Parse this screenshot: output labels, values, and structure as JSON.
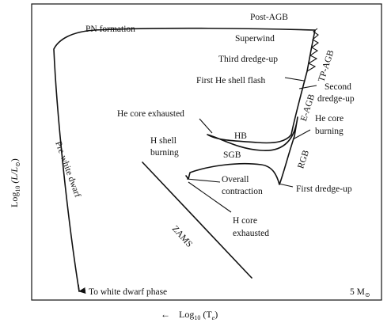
{
  "labels": {
    "pn_formation": "PN formation",
    "post_agb": "Post-AGB",
    "superwind": "Superwind",
    "third_dredge_up": "Third dredge-up",
    "tp_agb": "TP-AGB",
    "first_he_shell_flash": "First He shell flash",
    "second_dredge_up_line1": "Second",
    "second_dredge_up_line2": "dredge-up",
    "e_agb": "E-AGB",
    "he_core_exhausted": "He core exhausted",
    "hb": "HB",
    "he_core_burning_line1": "He core",
    "he_core_burning_line2": "burning",
    "pre_white_dwarf": "Pre-white dwarf",
    "h_shell_burning_line1": "H shell",
    "h_shell_burning_line2": "burning",
    "sgb": "SGB",
    "rgb": "RGB",
    "overall_contraction_line1": "Overall",
    "overall_contraction_line2": "contraction",
    "first_dredge_up": "First dredge-up",
    "h_core_exhausted_line1": "H core",
    "h_core_exhausted_line2": "exhausted",
    "zams": "ZAMS",
    "to_white_dwarf_phase": "To white dwarf phase",
    "mass": "5 M",
    "mass_sub": "⊙"
  },
  "axes": {
    "y_label_main": "Log",
    "y_label_sub": "10",
    "y_label_rest": " (L/L",
    "y_label_sun": "⊙",
    "y_label_close": ")",
    "x_arrow": "←",
    "x_label_main": "Log",
    "x_label_sub": "10",
    "x_label_rest": " (T",
    "x_label_e": "e",
    "x_label_close": ")"
  }
}
